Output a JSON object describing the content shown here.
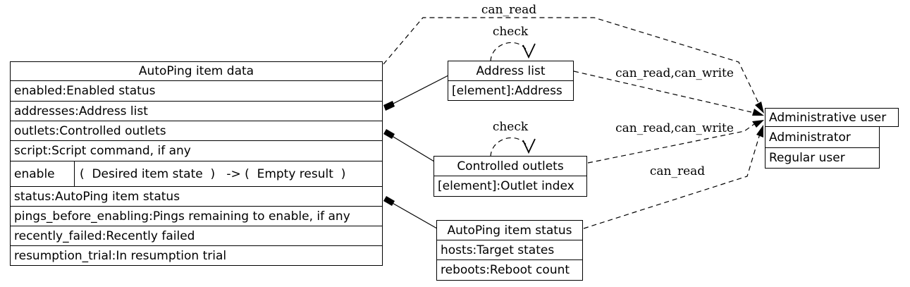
{
  "nodes": {
    "autoping_item_data": {
      "title": "AutoPing item data",
      "fields_top": [
        "enabled:Enabled status",
        "addresses:Address list",
        "outlets:Controlled outlets",
        "script:Script command, if any"
      ],
      "method": {
        "name": "enable",
        "signature": "(  Desired item state  )   -> (  Empty result  )"
      },
      "fields_bottom": [
        "status:AutoPing item status",
        "pings_before_enabling:Pings remaining to enable, if any",
        "recently_failed:Recently failed",
        "resumption_trial:In resumption trial"
      ]
    },
    "address_list": {
      "title": "Address list",
      "fields": [
        "[element]:Address"
      ]
    },
    "controlled_outlets": {
      "title": "Controlled outlets",
      "fields": [
        "[element]:Outlet index"
      ]
    },
    "autoping_item_status": {
      "title": "AutoPing item status",
      "fields": [
        "hosts:Target states",
        "reboots:Reboot count"
      ]
    },
    "administrative_user": {
      "title": "Administrative user",
      "roles": [
        "Administrator",
        "Regular user"
      ]
    }
  },
  "edge_labels": {
    "can_read_top": "can_read",
    "check_address": "check",
    "check_outlets": "check",
    "can_read_write_address": "can_read,can_write",
    "can_read_write_outlets": "can_read,can_write",
    "can_read_status": "can_read"
  },
  "colors": {
    "line": "#000000",
    "text": "#000000",
    "background": "#ffffff"
  }
}
